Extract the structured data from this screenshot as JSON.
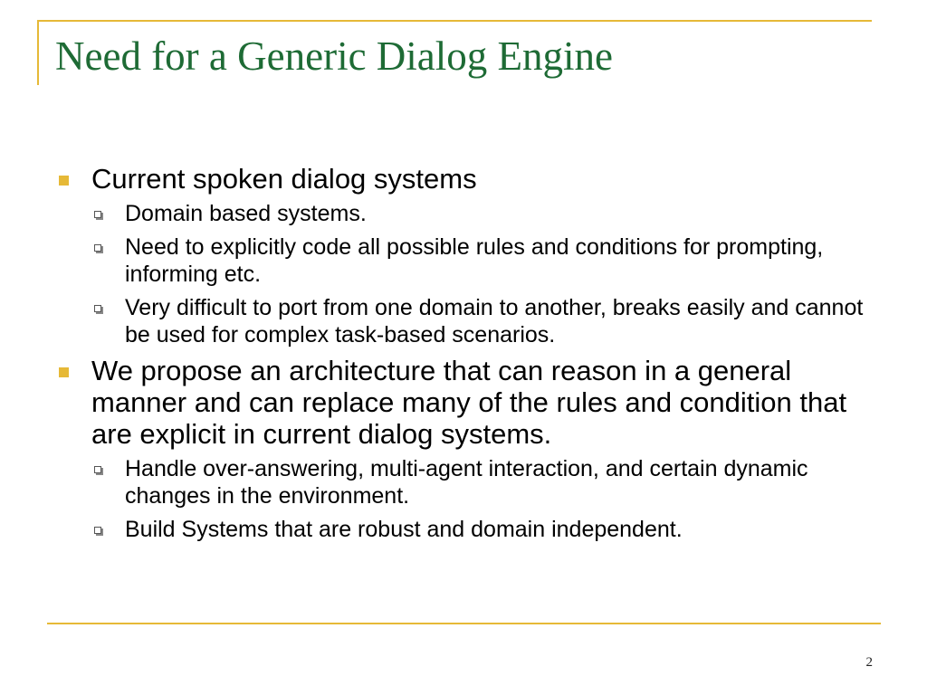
{
  "slide": {
    "title": "Need for a Generic Dialog Engine",
    "page_number": "2",
    "accent_color": "#e6b937",
    "title_color": "#1e6b35",
    "bullets": [
      {
        "text": "Current spoken dialog systems",
        "subbullets": [
          "Domain based systems.",
          "Need to explicitly code all possible rules and conditions for prompting, informing etc.",
          "Very difficult to port from one domain to another, breaks easily and cannot be used for complex task-based scenarios."
        ]
      },
      {
        "text": "We propose an architecture that can reason in a general manner and can replace many of the rules and condition that are explicit in current dialog systems.",
        "subbullets": [
          "Handle over-answering, multi-agent interaction, and certain dynamic changes in the environment.",
          "Build Systems that are robust and domain independent."
        ]
      }
    ]
  }
}
